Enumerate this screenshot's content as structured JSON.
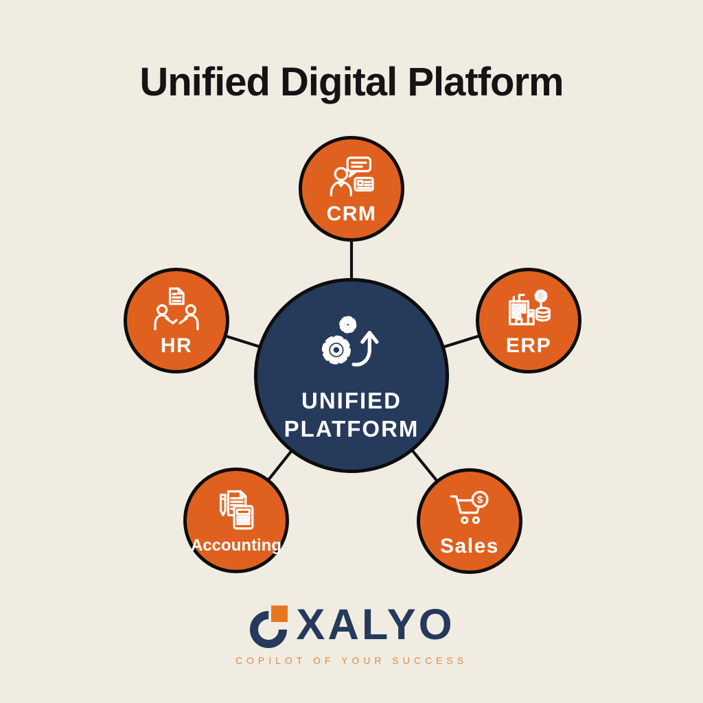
{
  "page": {
    "title": "Unified Digital Platform",
    "background_color": "#f1ece1",
    "title_color": "#141414"
  },
  "diagram": {
    "connector_color": "#101010",
    "node_fill_color": "#e0611f",
    "node_outline_color": "#0d0d0d",
    "center": {
      "label_line1": "UNIFIED",
      "label_line2": "PLATFORM",
      "fill_color": "#263a5b",
      "icon": "gears-growth-arrow-icon"
    },
    "nodes": [
      {
        "id": "crm",
        "label": "CRM",
        "icon": "customer-chat-card-icon",
        "position": "top"
      },
      {
        "id": "hr",
        "label": "HR",
        "icon": "handshake-document-icon",
        "position": "left"
      },
      {
        "id": "erp",
        "label": "ERP",
        "icon": "building-gear-database-icon",
        "position": "right"
      },
      {
        "id": "accounting",
        "label": "Accounting",
        "icon": "pen-document-calculator-icon",
        "position": "bottom-left"
      },
      {
        "id": "sales",
        "label": "Sales",
        "icon": "cart-dollar-coin-icon",
        "position": "bottom-right"
      }
    ]
  },
  "footer": {
    "brand_name": "OXALYO",
    "brand_wordmark_rest": "XALYO",
    "brand_navy": "#24395c",
    "brand_orange": "#e8761c",
    "tagline": "COPILOT OF YOUR SUCCESS",
    "tagline_color": "#dd8a45"
  }
}
